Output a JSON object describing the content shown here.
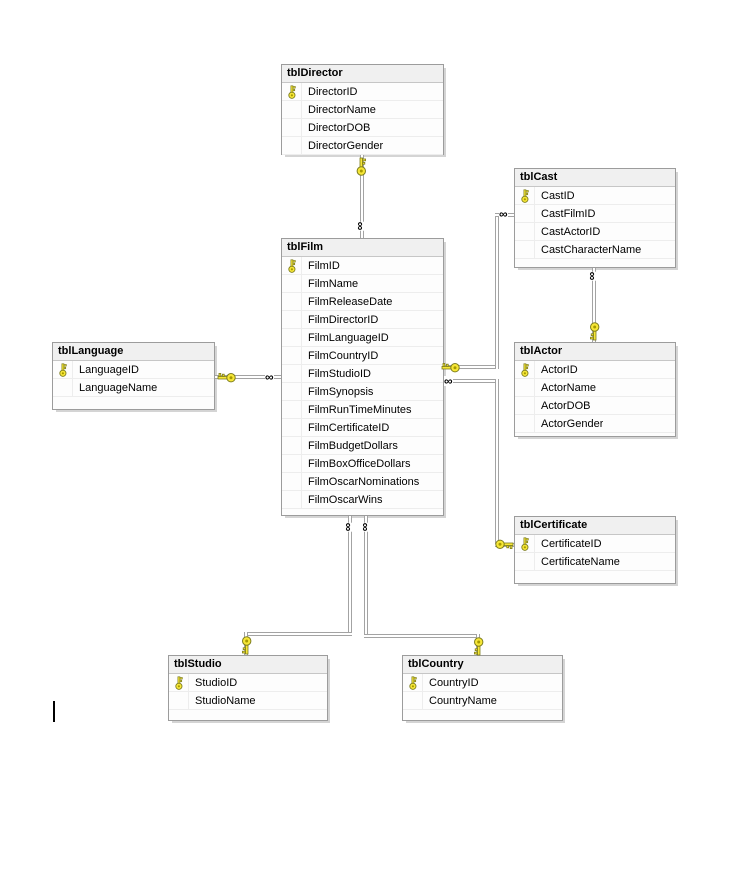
{
  "canvas": {
    "background": "#ffffff"
  },
  "icons": {
    "infinity": "∞",
    "key": "primary-key"
  },
  "colors": {
    "table_border": "#9c9c9c",
    "header_bg": "#f0f0f0",
    "row_separator": "#ededed",
    "relationship_line": "#a3a3a3",
    "key_fill": "#f7e737",
    "key_stroke": "#7d7d1f",
    "shadow": "#d4d4d4"
  },
  "tables": [
    {
      "name": "tblDirector",
      "fields": [
        {
          "name": "DirectorID",
          "pk": true
        },
        {
          "name": "DirectorName",
          "pk": false
        },
        {
          "name": "DirectorDOB",
          "pk": false
        },
        {
          "name": "DirectorGender",
          "pk": false
        }
      ]
    },
    {
      "name": "tblFilm",
      "fields": [
        {
          "name": "FilmID",
          "pk": true
        },
        {
          "name": "FilmName",
          "pk": false
        },
        {
          "name": "FilmReleaseDate",
          "pk": false
        },
        {
          "name": "FilmDirectorID",
          "pk": false
        },
        {
          "name": "FilmLanguageID",
          "pk": false
        },
        {
          "name": "FilmCountryID",
          "pk": false
        },
        {
          "name": "FilmStudioID",
          "pk": false
        },
        {
          "name": "FilmSynopsis",
          "pk": false
        },
        {
          "name": "FilmRunTimeMinutes",
          "pk": false
        },
        {
          "name": "FilmCertificateID",
          "pk": false
        },
        {
          "name": "FilmBudgetDollars",
          "pk": false
        },
        {
          "name": "FilmBoxOfficeDollars",
          "pk": false
        },
        {
          "name": "FilmOscarNominations",
          "pk": false
        },
        {
          "name": "FilmOscarWins",
          "pk": false
        }
      ]
    },
    {
      "name": "tblCast",
      "fields": [
        {
          "name": "CastID",
          "pk": true
        },
        {
          "name": "CastFilmID",
          "pk": false
        },
        {
          "name": "CastActorID",
          "pk": false
        },
        {
          "name": "CastCharacterName",
          "pk": false
        }
      ]
    },
    {
      "name": "tblActor",
      "fields": [
        {
          "name": "ActorID",
          "pk": true
        },
        {
          "name": "ActorName",
          "pk": false
        },
        {
          "name": "ActorDOB",
          "pk": false
        },
        {
          "name": "ActorGender",
          "pk": false
        }
      ]
    },
    {
      "name": "tblLanguage",
      "fields": [
        {
          "name": "LanguageID",
          "pk": true
        },
        {
          "name": "LanguageName",
          "pk": false
        }
      ]
    },
    {
      "name": "tblCertificate",
      "fields": [
        {
          "name": "CertificateID",
          "pk": true
        },
        {
          "name": "CertificateName",
          "pk": false
        }
      ]
    },
    {
      "name": "tblStudio",
      "fields": [
        {
          "name": "StudioID",
          "pk": true
        },
        {
          "name": "StudioName",
          "pk": false
        }
      ]
    },
    {
      "name": "tblCountry",
      "fields": [
        {
          "name": "CountryID",
          "pk": true
        },
        {
          "name": "CountryName",
          "pk": false
        }
      ]
    }
  ],
  "relationships": [
    {
      "one": "tblDirector",
      "many": "tblFilm"
    },
    {
      "one": "tblLanguage",
      "many": "tblFilm"
    },
    {
      "one": "tblFilm",
      "many": "tblCast"
    },
    {
      "one": "tblCertificate",
      "many": "tblFilm"
    },
    {
      "one": "tblActor",
      "many": "tblCast"
    },
    {
      "one": "tblStudio",
      "many": "tblFilm"
    },
    {
      "one": "tblCountry",
      "many": "tblFilm"
    }
  ]
}
